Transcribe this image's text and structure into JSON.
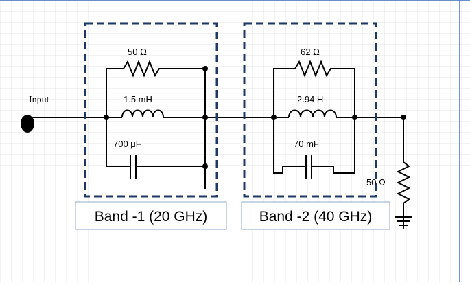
{
  "diagram": {
    "input_label": "Input",
    "band1": {
      "caption": "Band -1 (20 GHz)",
      "resistor_label": "50 Ω",
      "inductor_label": "1.5 mH",
      "capacitor_label": "700 μF"
    },
    "band2": {
      "caption": "Band -2 (40 GHz)",
      "resistor_label": "62 Ω",
      "inductor_label": "2.94 H",
      "capacitor_label": "70 mF"
    },
    "load_resistor_label": "50 Ω"
  },
  "colors": {
    "wire": "#000000",
    "band_border": "#1f3864",
    "grid": "#e6e6e6",
    "frame": "#4472c4",
    "caption_border": "#8ea9c8"
  }
}
